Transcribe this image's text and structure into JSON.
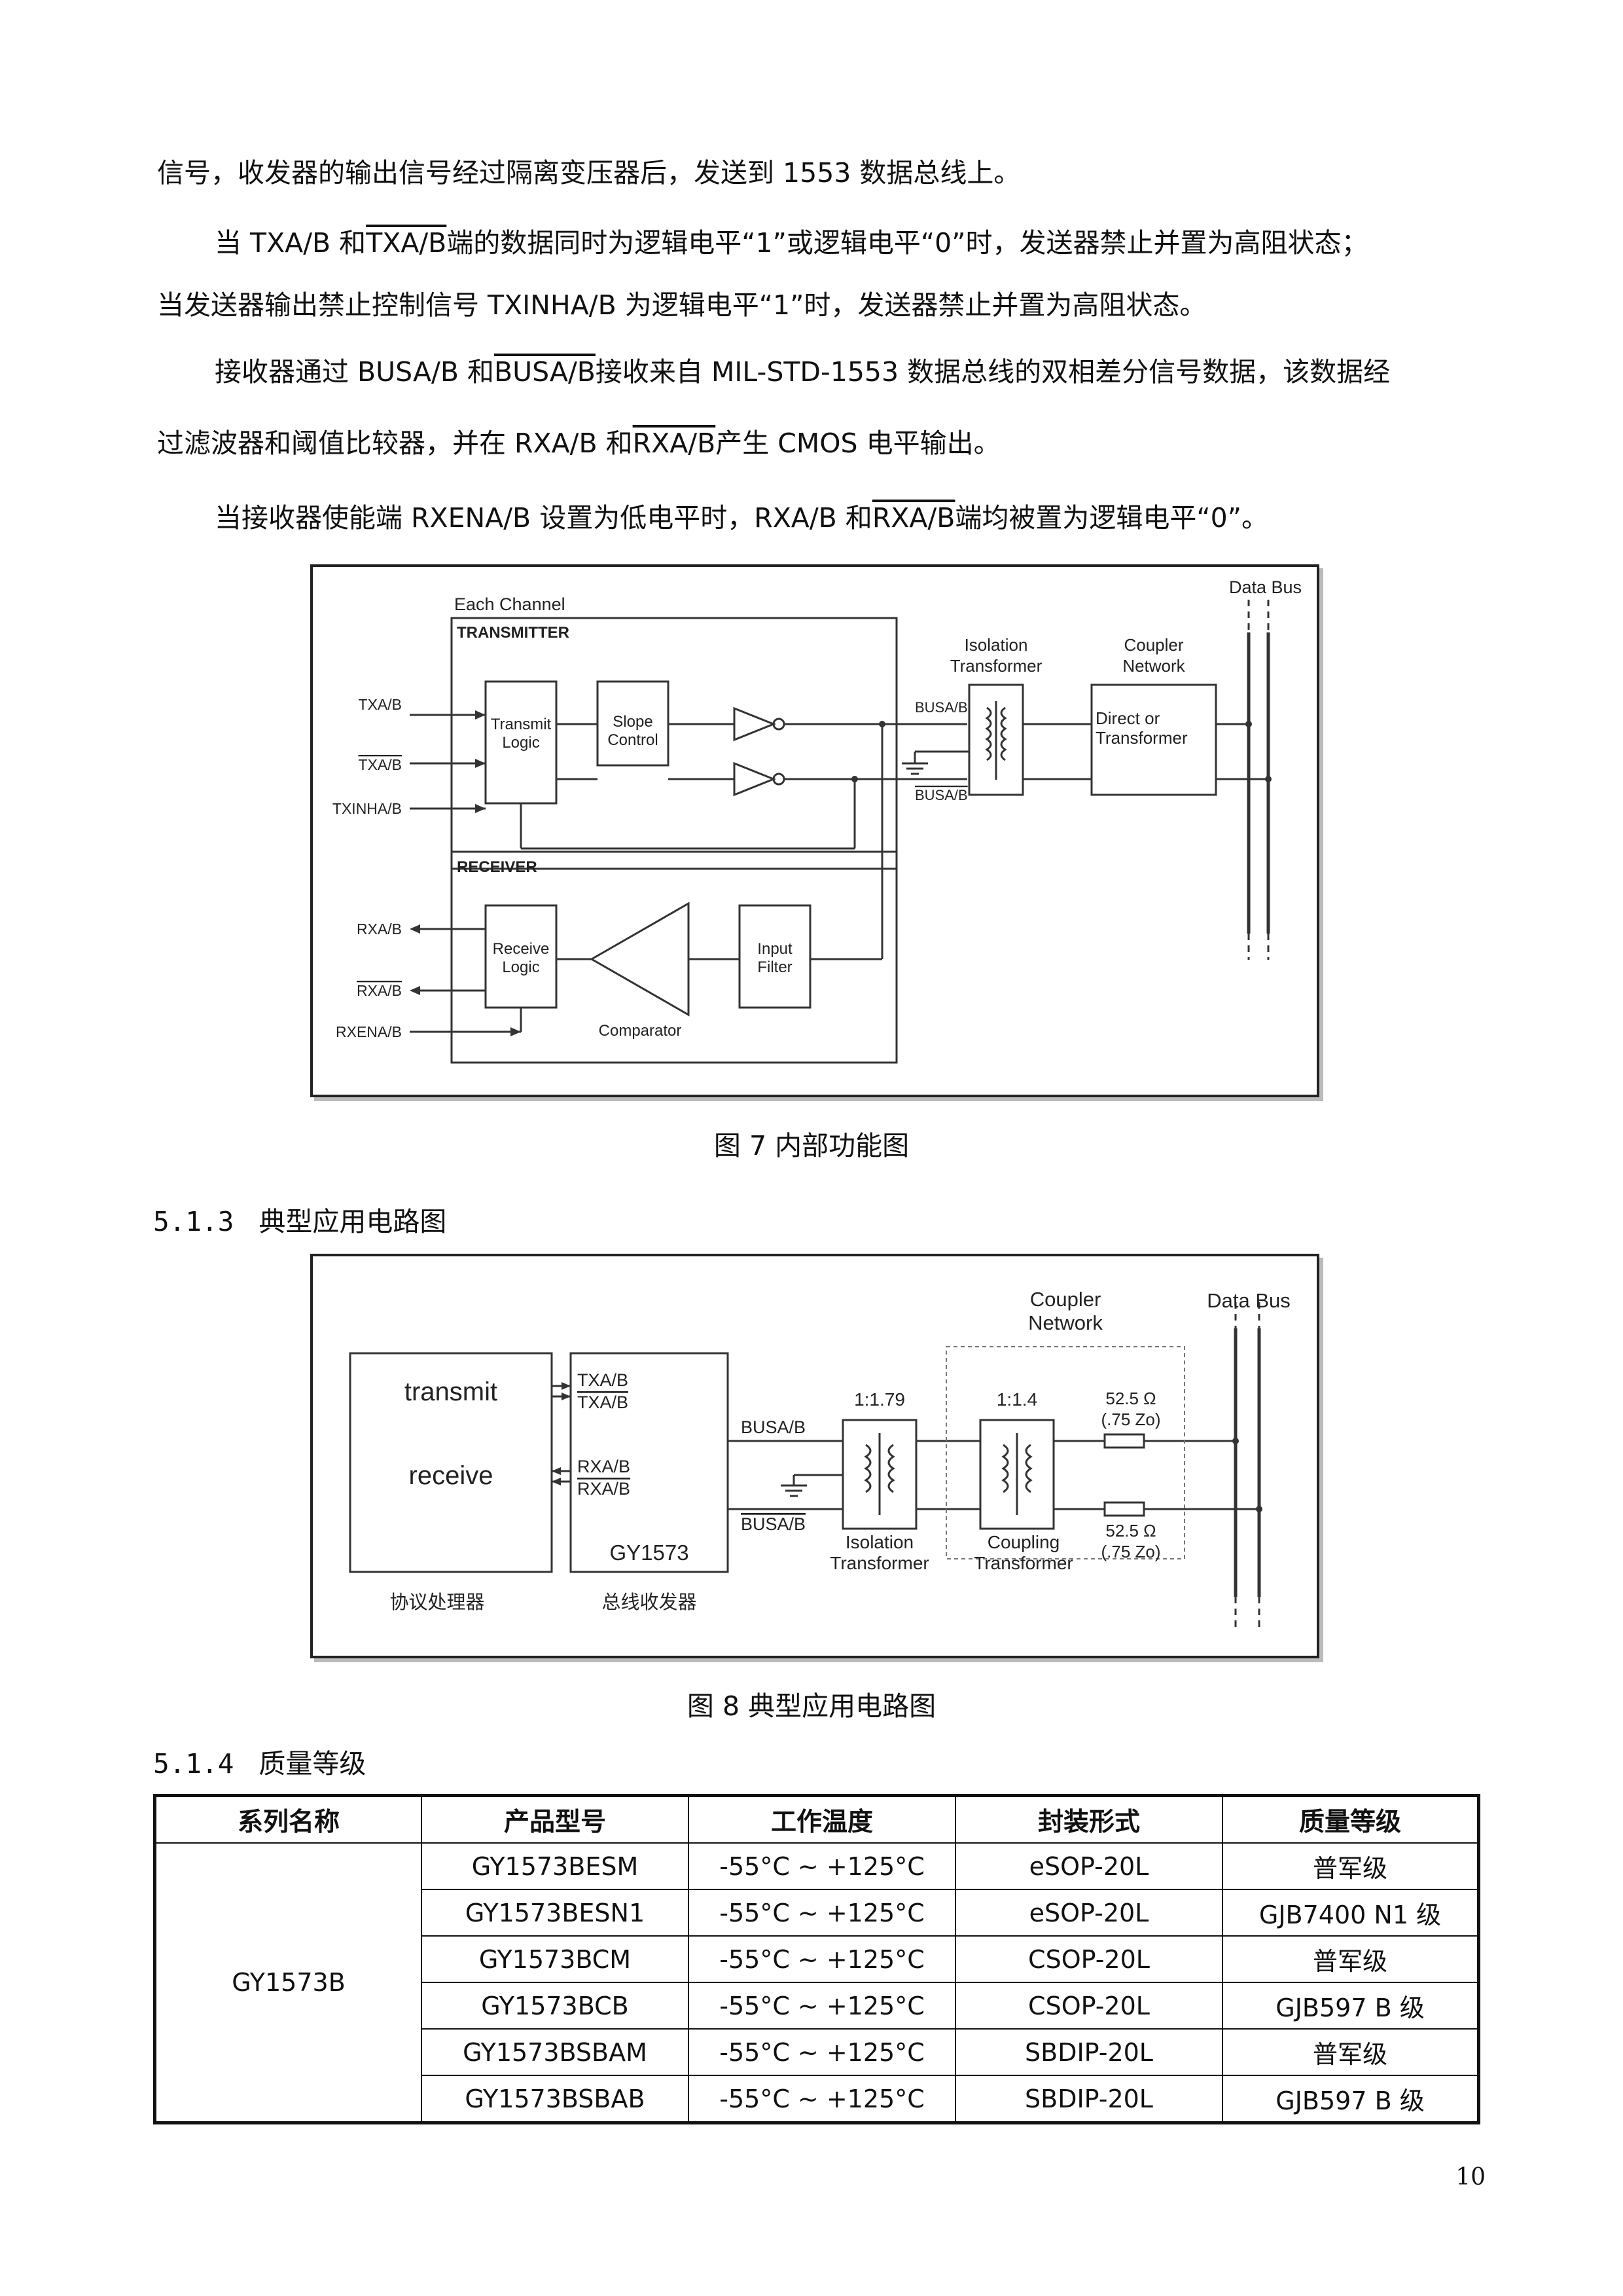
{
  "paragraphs": {
    "p1": "信号，收发器的输出信号经过隔离变压器后，发送到 1553 数据总线上。",
    "p2a": "当 TXA/B 和",
    "p2b": "TXA/B",
    "p2c": "端的数据同时为逻辑电平“1”或逻辑电平“0”时，发送器禁止并置为高阻状态；",
    "p3": "当发送器输出禁止控制信号 TXINHA/B 为逻辑电平“1”时，发送器禁止并置为高阻状态。",
    "p4a": "接收器通过 BUSA/B 和",
    "p4b": "BUSA/B",
    "p4c": "接收来自 MIL-STD-1553 数据总线的双相差分信号数据，该数据经",
    "p5a": "过滤波器和阈值比较器，并在 RXA/B 和",
    "p5b": "RXA/B",
    "p5c": "产生 CMOS 电平输出。",
    "p6a": "当接收器使能端 RXENA/B 设置为低电平时，RXA/B 和",
    "p6b": "RXA/B",
    "p6c": "端均被置为逻辑电平“0”。"
  },
  "figure7": {
    "caption": "图 7  内部功能图",
    "each_channel": "Each Channel",
    "transmitter": "TRANSMITTER",
    "receiver": "RECEIVER",
    "data_bus": "Data Bus",
    "isolation_1": "Isolation",
    "isolation_2": "Transformer",
    "coupler_1": "Coupler",
    "coupler_2": "Network",
    "direct_1": "Direct or",
    "direct_2": "Transformer",
    "txab": "TXA/B",
    "txab_n": "TXA/B",
    "txinhab": "TXINHA/B",
    "rxab": "RXA/B",
    "rxab_n": "RXA/B",
    "rxenab": "RXENA/B",
    "transmit_1": "Transmit",
    "transmit_2": "Logic",
    "slope_1": "Slope",
    "slope_2": "Control",
    "busab": "BUSA/B",
    "busab_n": "BUSA/B",
    "receive_1": "Receive",
    "receive_2": "Logic",
    "input_1": "Input",
    "input_2": "Filter",
    "comparator": "Comparator"
  },
  "section_513": {
    "num": "5.1.3",
    "title": "典型应用电路图"
  },
  "figure8": {
    "caption": "图 8  典型应用电路图",
    "transmit": "transmit",
    "receive": "receive",
    "txab": "TXA/B",
    "txab_n": "TXA/B",
    "rxab": "RXA/B",
    "rxab_n": "RXA/B",
    "chip": "GY1573",
    "protocol": "协议处理器",
    "transceiver": "总线收发器",
    "busab": "BUSA/B",
    "busab_n": "BUSA/B",
    "ratio1": "1:1.79",
    "ratio2": "1:1.4",
    "coupler_1": "Coupler",
    "coupler_2": "Network",
    "data_bus": "Data Bus",
    "res1_1": "52.5 Ω",
    "res1_2": "(.75 Zo)",
    "res2_1": "52.5 Ω",
    "res2_2": "(.75 Zo)",
    "iso_1": "Isolation",
    "iso_2": "Transformer",
    "coup_1": "Coupling",
    "coup_2": "Transformer"
  },
  "section_514": {
    "num": "5.1.4",
    "title": "质量等级"
  },
  "table": {
    "headers": [
      "系列名称",
      "产品型号",
      "工作温度",
      "封装形式",
      "质量等级"
    ],
    "series": "GY1573B",
    "rows": [
      [
        "GY1573BESM",
        "-55°C  ~  +125°C",
        "eSOP-20L",
        "普军级"
      ],
      [
        "GY1573BESN1",
        "-55°C  ~  +125°C",
        "eSOP-20L",
        "GJB7400  N1 级"
      ],
      [
        "GY1573BCM",
        "-55°C  ~  +125°C",
        "CSOP-20L",
        "普军级"
      ],
      [
        "GY1573BCB",
        "-55°C  ~  +125°C",
        "CSOP-20L",
        "GJB597  B 级"
      ],
      [
        "GY1573BSBAM",
        "-55°C  ~  +125°C",
        "SBDIP-20L",
        "普军级"
      ],
      [
        "GY1573BSBAB",
        "-55°C  ~  +125°C",
        "SBDIP-20L",
        "GJB597  B 级"
      ]
    ]
  },
  "page_number": "10"
}
